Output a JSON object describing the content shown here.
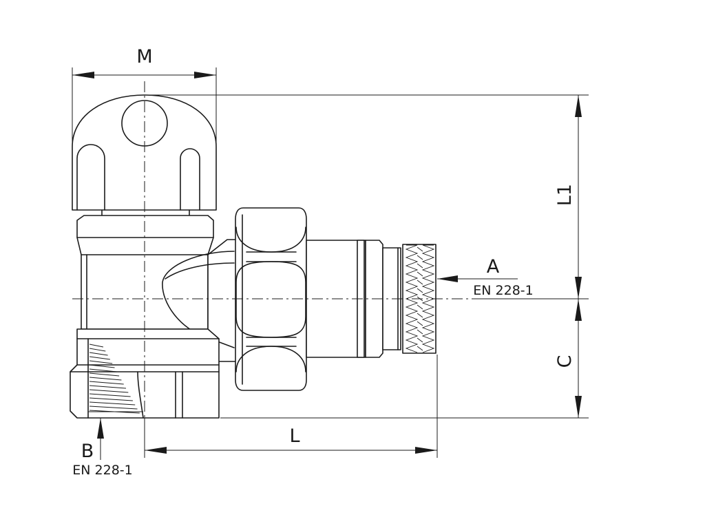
{
  "labels": {
    "M": "M",
    "L1": "L1",
    "C": "C",
    "L": "L",
    "A": "A",
    "B": "B"
  },
  "standards": {
    "A": "EN 228-1",
    "B": "EN 228-1"
  }
}
